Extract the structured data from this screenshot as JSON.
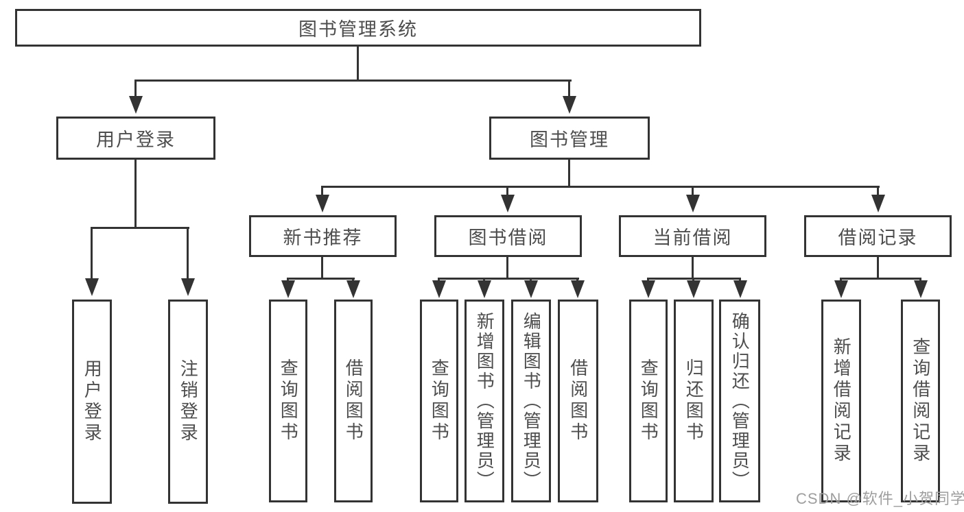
{
  "diagram": {
    "title": "图书管理系统",
    "nodes": {
      "root": "图书管理系统",
      "level2": [
        "用户登录",
        "图书管理"
      ],
      "level3": [
        "新书推荐",
        "图书借阅",
        "当前借阅",
        "借阅记录"
      ],
      "leaves_login": [
        "用户登录",
        "注销登录"
      ],
      "leaves_recommend": [
        "查询图书",
        "借阅图书"
      ],
      "leaves_borrow": [
        "查询图书",
        "新增图书（管理员）",
        "编辑图书（管理员）",
        "借阅图书"
      ],
      "leaves_current": [
        "查询图书",
        "归还图书",
        "确认归还（管理员）"
      ],
      "leaves_records": [
        "新增借阅记录",
        "查询借阅记录"
      ]
    },
    "colors": {
      "line": "#333333",
      "text": "#4d4d4d",
      "background": "#ffffff",
      "watermark": "#9e9e9e"
    }
  },
  "watermark": "CSDN @软件_小贺同学"
}
